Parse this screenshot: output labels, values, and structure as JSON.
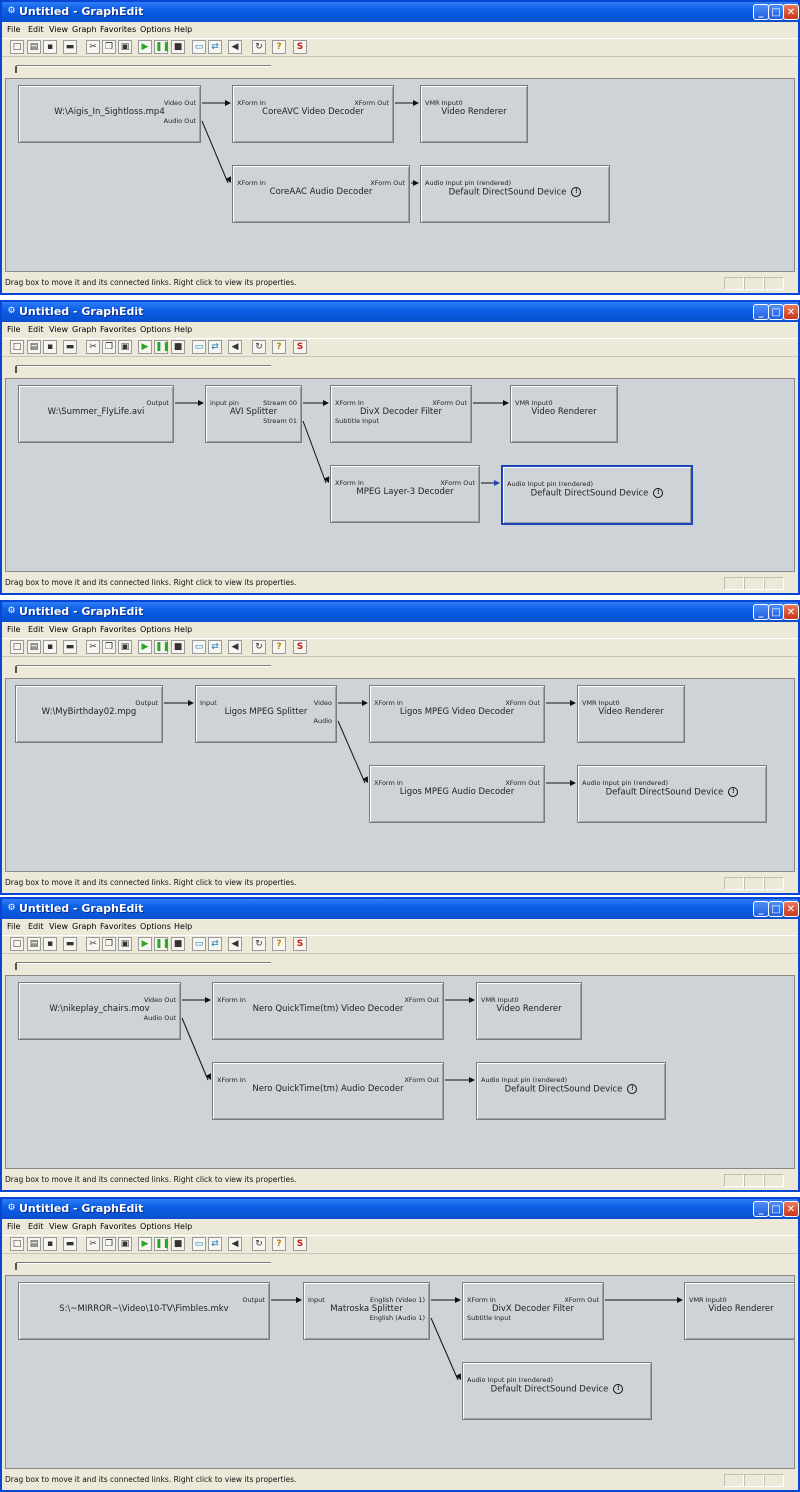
{
  "app_title": "Untitled - GraphEdit",
  "menu": [
    "File",
    "Edit",
    "View",
    "Graph",
    "Favorites",
    "Options",
    "Help"
  ],
  "toolbar": [
    {
      "icon": "new-icon",
      "glyph": "□"
    },
    {
      "icon": "open-icon",
      "glyph": "▤"
    },
    {
      "icon": "save-icon",
      "glyph": "▪"
    },
    {
      "icon": "print-icon",
      "glyph": "▬"
    },
    {
      "icon": "cut-icon",
      "glyph": "✂"
    },
    {
      "icon": "copy-icon",
      "glyph": "❐"
    },
    {
      "icon": "paste-icon",
      "glyph": "▣"
    },
    {
      "icon": "play-icon",
      "glyph": "▶"
    },
    {
      "icon": "pause-icon",
      "glyph": "❚❚"
    },
    {
      "icon": "stop-icon",
      "glyph": "■"
    },
    {
      "icon": "filter-icon",
      "glyph": "▭"
    },
    {
      "icon": "connect-icon",
      "glyph": "⇄"
    },
    {
      "icon": "mute-icon",
      "glyph": "◀"
    },
    {
      "icon": "refresh-icon",
      "glyph": "↻"
    },
    {
      "icon": "help-icon",
      "glyph": "?"
    },
    {
      "icon": "seek-icon",
      "glyph": "S"
    }
  ],
  "status_text": "Drag box to move it and its connected links. Right click to view its properties.",
  "colors": {
    "title_bar": "#0a4fd0",
    "canvas": "#cdd3d6",
    "selected_border": "#1d44b8",
    "play": "#2aa52a",
    "seek_s": "#d21a1a"
  },
  "windows": [
    {
      "filters": [
        {
          "name": "W:\\Aigis_In_Sightloss.mp4",
          "out": [
            "Video Out",
            "Audio Out"
          ]
        },
        {
          "name": "CoreAVC Video Decoder",
          "in": [
            "XForm In"
          ],
          "out": [
            "XForm Out"
          ]
        },
        {
          "name": "Video Renderer",
          "in": [
            "VMR Input0"
          ]
        },
        {
          "name": "CoreAAC Audio Decoder",
          "in": [
            "XForm In"
          ],
          "out": [
            "XForm Out"
          ]
        },
        {
          "name": "Default DirectSound Device",
          "in": [
            "Audio Input pin (rendered)"
          ],
          "clock": true
        }
      ]
    },
    {
      "filters": [
        {
          "name": "W:\\Summer_FlyLife.avi",
          "out": [
            "Output"
          ]
        },
        {
          "name": "AVI Splitter",
          "in": [
            "input pin"
          ],
          "out": [
            "Stream 00",
            "Stream 01"
          ]
        },
        {
          "name": "DivX Decoder Filter",
          "in": [
            "XForm In",
            "Subtitle Input"
          ],
          "out": [
            "XForm Out"
          ]
        },
        {
          "name": "Video Renderer",
          "in": [
            "VMR Input0"
          ]
        },
        {
          "name": "MPEG Layer-3 Decoder",
          "in": [
            "XForm In"
          ],
          "out": [
            "XForm Out"
          ]
        },
        {
          "name": "Default DirectSound Device",
          "in": [
            "Audio Input pin (rendered)"
          ],
          "clock": true,
          "selected": true
        }
      ]
    },
    {
      "filters": [
        {
          "name": "W:\\MyBirthday02.mpg",
          "out": [
            "Output"
          ]
        },
        {
          "name": "Ligos MPEG Splitter",
          "in": [
            "Input"
          ],
          "out": [
            "Video",
            "Audio"
          ]
        },
        {
          "name": "Ligos MPEG Video Decoder",
          "in": [
            "XForm In"
          ],
          "out": [
            "XForm Out"
          ]
        },
        {
          "name": "Video Renderer",
          "in": [
            "VMR Input0"
          ]
        },
        {
          "name": "Ligos MPEG Audio Decoder",
          "in": [
            "XForm In"
          ],
          "out": [
            "XForm Out"
          ]
        },
        {
          "name": "Default DirectSound Device",
          "in": [
            "Audio Input pin (rendered)"
          ],
          "clock": true
        }
      ]
    },
    {
      "filters": [
        {
          "name": "W:\\nikeplay_chairs.mov",
          "out": [
            "Video Out",
            "Audio Out"
          ]
        },
        {
          "name": "Nero QuickTime(tm) Video Decoder",
          "in": [
            "XForm In"
          ],
          "out": [
            "XForm Out"
          ]
        },
        {
          "name": "Video Renderer",
          "in": [
            "VMR Input0"
          ]
        },
        {
          "name": "Nero QuickTime(tm) Audio Decoder",
          "in": [
            "XForm In"
          ],
          "out": [
            "XForm Out"
          ]
        },
        {
          "name": "Default DirectSound Device",
          "in": [
            "Audio Input pin (rendered)"
          ],
          "clock": true
        }
      ]
    },
    {
      "filters": [
        {
          "name": "S:\\~MIRROR~\\Video\\10-TV\\Fimbles.mkv",
          "out": [
            "Output"
          ]
        },
        {
          "name": "Matroska Splitter",
          "in": [
            "Input"
          ],
          "out": [
            "English (Video 1)",
            "English (Audio 1)"
          ]
        },
        {
          "name": "DivX Decoder Filter",
          "in": [
            "XForm In",
            "Subtitle Input"
          ],
          "out": [
            "XForm Out"
          ]
        },
        {
          "name": "Video Renderer",
          "in": [
            "VMR Input0"
          ]
        },
        {
          "name": "Default DirectSound Device",
          "in": [
            "Audio Input pin (rendered)"
          ],
          "clock": true
        }
      ]
    }
  ]
}
